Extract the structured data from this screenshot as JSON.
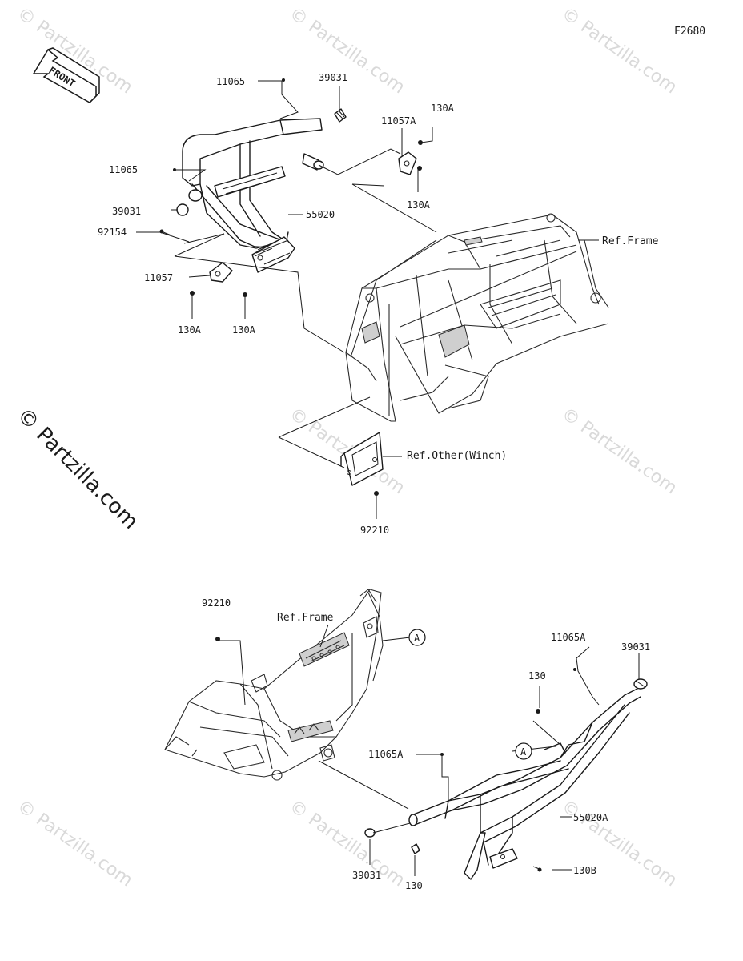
{
  "figure_code": "F2680",
  "front_arrow_label": "FRONT",
  "watermark": "© Partzilla.com",
  "upper": {
    "labels": {
      "p11065_top": "11065",
      "p39031_top": "39031",
      "p11057A": "11057A",
      "p130A_top": "130A",
      "p130A_mid": "130A",
      "p11065_left": "11065",
      "p39031_left": "39031",
      "p55020": "55020",
      "p92154": "92154",
      "p11057": "11057",
      "p130A_bl": "130A",
      "p130A_br": "130A",
      "ref_frame": "Ref.Frame",
      "ref_other": "Ref.Other(Winch)",
      "p92210": "92210"
    }
  },
  "lower": {
    "labels": {
      "p92210": "92210",
      "ref_frame": "Ref.Frame",
      "callout_a1": "A",
      "p11065A_top": "11065A",
      "p39031_right": "39031",
      "p130_top": "130",
      "callout_a2": "A",
      "p11065A_mid": "11065A",
      "p55020A": "55020A",
      "p39031_bottom": "39031",
      "p130_bottom": "130",
      "p130B": "130B"
    }
  }
}
